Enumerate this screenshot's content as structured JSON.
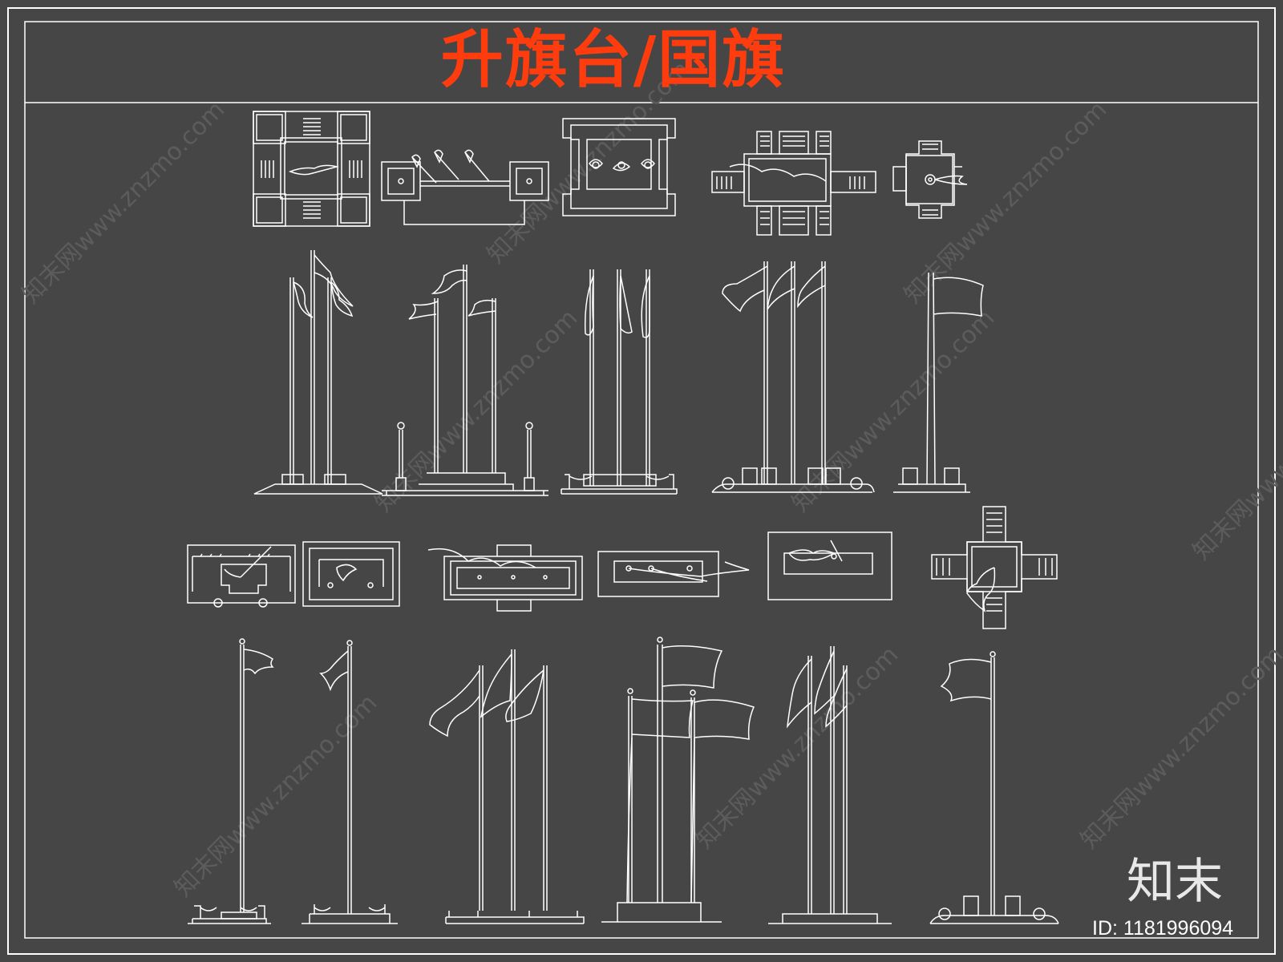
{
  "title": "升旗台/国旗",
  "brand": {
    "logo_text": "知末",
    "id_text": "ID: 1181996094"
  },
  "watermark": "知末网www.znzmo.com",
  "colors": {
    "background": "#464646",
    "line": "#ffffff",
    "title": "#ff3c0e"
  }
}
